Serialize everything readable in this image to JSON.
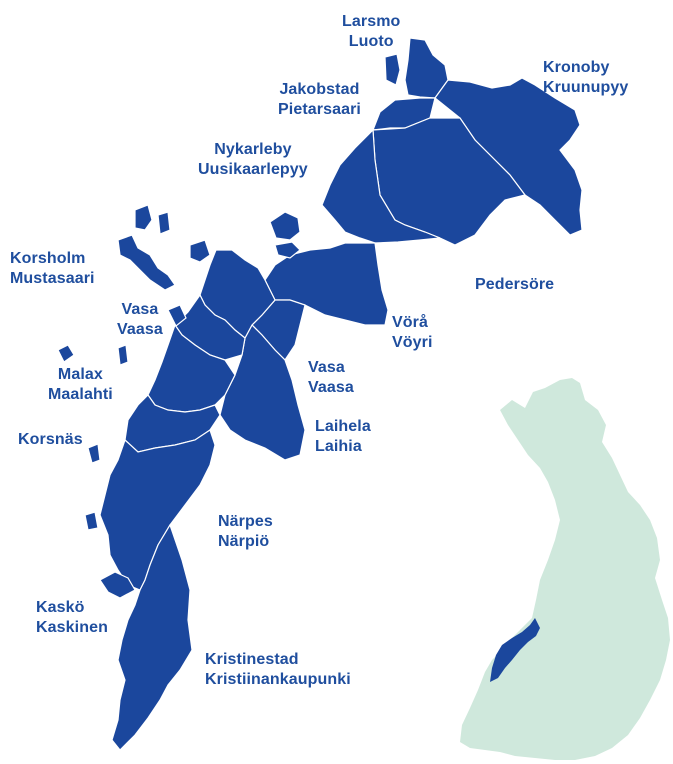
{
  "colors": {
    "region_fill": "#1b479d",
    "region_border": "#ffffff",
    "label_text": "#1f4e9e",
    "finland_fill": "#cfe8dc",
    "background": "#ffffff"
  },
  "regions": [
    {
      "id": "larsmo",
      "line1": "Larsmo",
      "line2": "Luoto"
    },
    {
      "id": "kronoby",
      "line1": "Kronoby",
      "line2": "Kruunupyy"
    },
    {
      "id": "jakobstad",
      "line1": "Jakobstad",
      "line2": "Pietarsaari"
    },
    {
      "id": "nykarleby",
      "line1": "Nykarleby",
      "line2": "Uusikaarlepyy"
    },
    {
      "id": "korsholm",
      "line1": "Korsholm",
      "line2": "Mustasaari"
    },
    {
      "id": "pedersore",
      "line1": "Pedersöre",
      "line2": ""
    },
    {
      "id": "vasa_coast",
      "line1": "Vasa",
      "line2": "Vaasa"
    },
    {
      "id": "vora",
      "line1": "Vörå",
      "line2": "Vöyri"
    },
    {
      "id": "malax",
      "line1": "Malax",
      "line2": "Maalahti"
    },
    {
      "id": "vasa_inland",
      "line1": "Vasa",
      "line2": "Vaasa"
    },
    {
      "id": "laihela",
      "line1": "Laihela",
      "line2": "Laihia"
    },
    {
      "id": "korsnas",
      "line1": "Korsnäs",
      "line2": ""
    },
    {
      "id": "narpes",
      "line1": "Närpes",
      "line2": "Närpiö"
    },
    {
      "id": "kasko",
      "line1": "Kaskö",
      "line2": "Kaskinen"
    },
    {
      "id": "kristinestad",
      "line1": "Kristinestad",
      "line2": "Kristiinankaupunki"
    }
  ]
}
